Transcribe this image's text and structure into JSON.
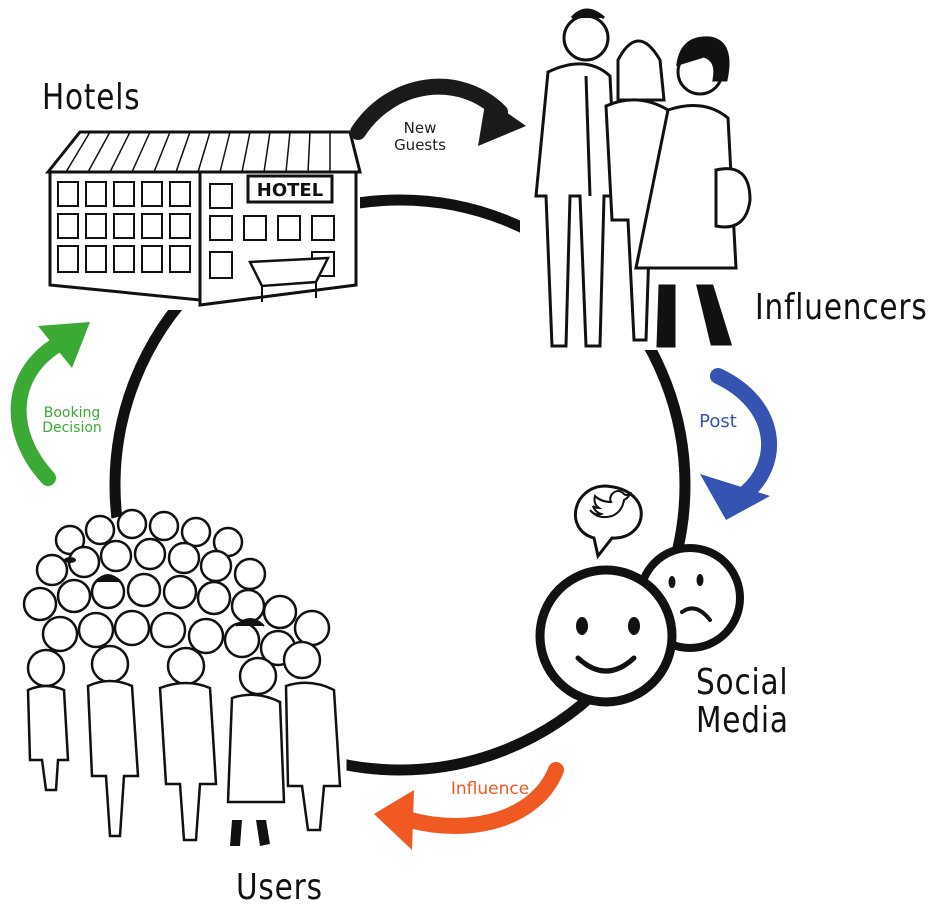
{
  "nodes": {
    "hotels": "Hotels",
    "influencers": "Influencers",
    "social_media": "Social\nMedia",
    "users": "Users"
  },
  "arrows": {
    "new_guests": {
      "label": "New\nGuests",
      "color": "#1a1a1a"
    },
    "post": {
      "label": "Post",
      "color": "#3553b0"
    },
    "influence": {
      "label": "Influence",
      "color": "#f05a22"
    },
    "booking_decision": {
      "label": "Booking\nDecision",
      "color": "#3aaa35"
    }
  },
  "colors": {
    "cycle": "#111111",
    "ink": "#111111",
    "background": "#ffffff"
  },
  "icons": [
    "hotel-building-icon",
    "influencers-group-icon",
    "twitter-bird-icon",
    "happy-face-icon",
    "sad-face-icon",
    "crowd-icon"
  ]
}
